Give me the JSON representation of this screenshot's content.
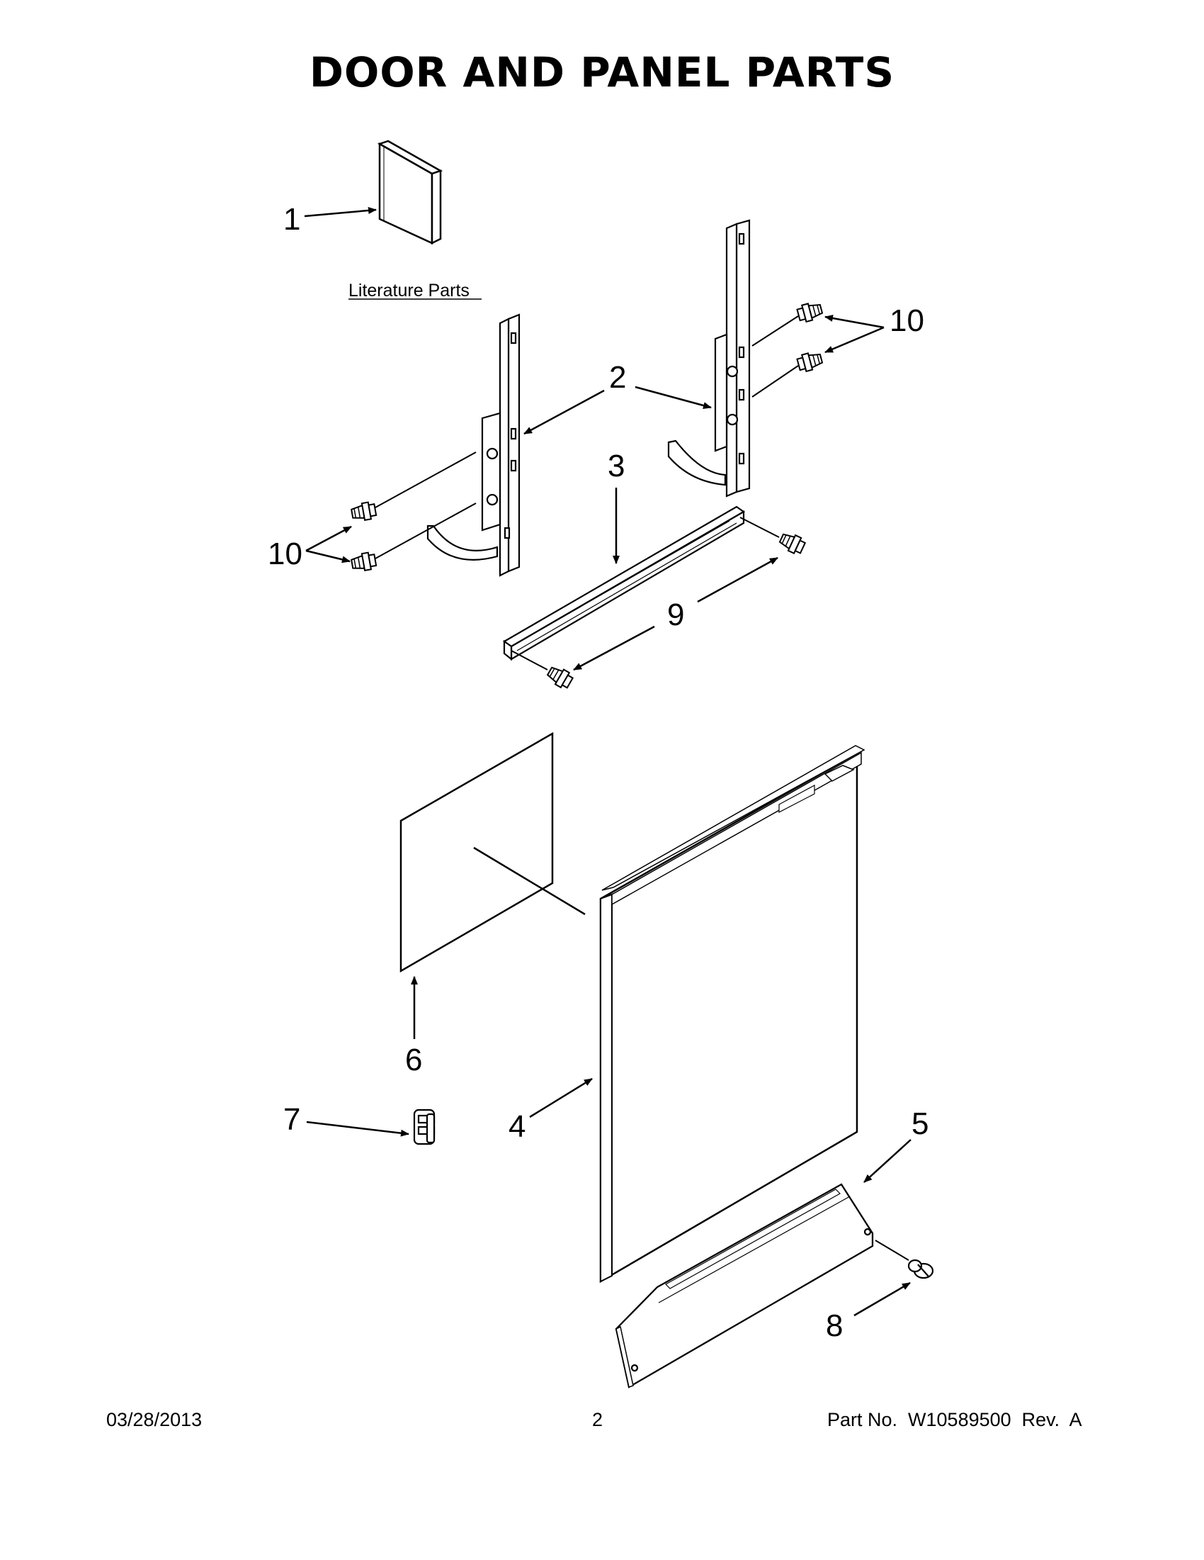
{
  "page": {
    "title": "DOOR AND PANEL PARTS"
  },
  "literature_label": "Literature Parts",
  "callouts": {
    "c1": "1",
    "c2": "2",
    "c3": "3",
    "c4": "4",
    "c5": "5",
    "c6": "6",
    "c7": "7",
    "c8": "8",
    "c9": "9",
    "c10a": "10",
    "c10b": "10"
  },
  "footer": {
    "date": "03/28/2013",
    "page_number": "2",
    "part_number": "Part No.  W10589500  Rev.  A"
  }
}
